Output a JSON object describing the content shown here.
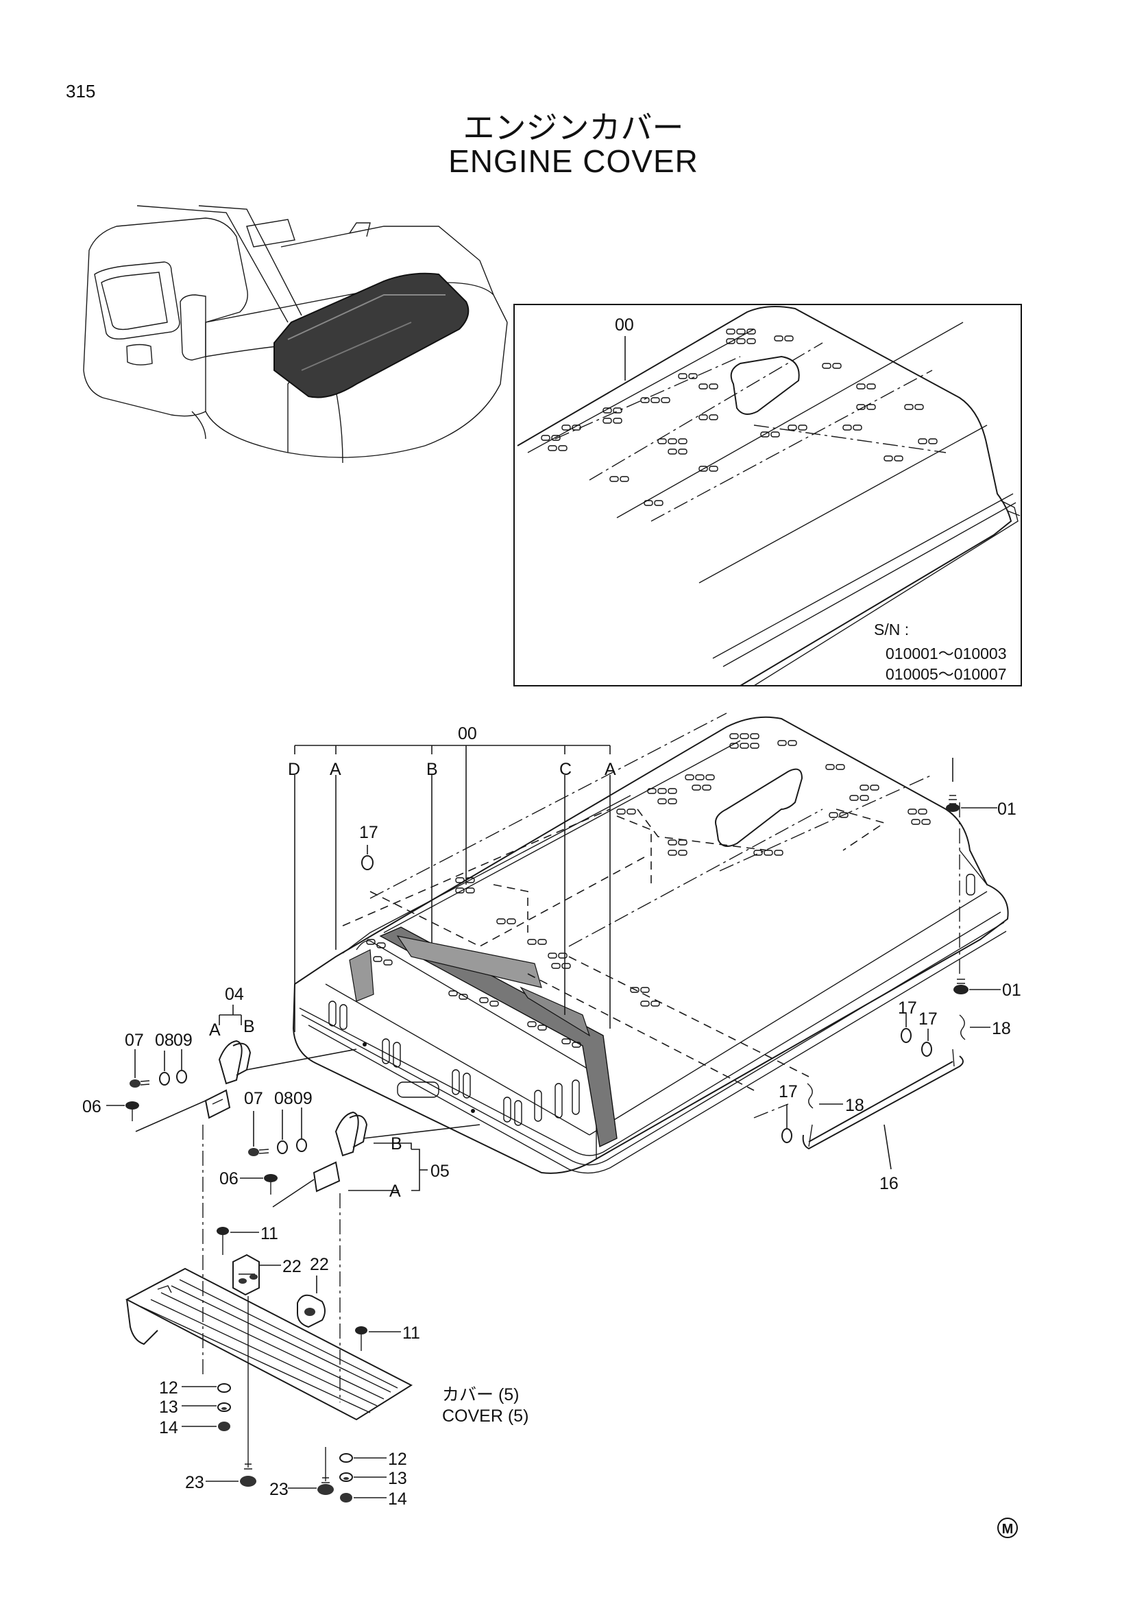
{
  "page_number": "315",
  "title_jp": "エンジンカバー",
  "title_en": "ENGINE  COVER",
  "inset": {
    "part_label": "00",
    "sn_heading": "S/N :",
    "sn_ranges": [
      "010001～010003",
      "010005～010007"
    ]
  },
  "main": {
    "top_label": "00",
    "section_letters": [
      "D",
      "A",
      "B",
      "C",
      "A"
    ],
    "part_callouts": {
      "p01a": "01",
      "p01b": "01",
      "p17a": "17",
      "p17b": "17",
      "p17c": "17",
      "p17d": "17",
      "p18a": "18",
      "p18b": "18",
      "p16": "16",
      "p04": "04",
      "p04A": "A",
      "p04B": "B",
      "p07a": "07",
      "p08a": "08",
      "p09a": "09",
      "p06a": "06",
      "p07b": "07",
      "p08b": "08",
      "p09b": "09",
      "p06b": "06",
      "p05": "05",
      "p05A": "A",
      "p05B": "B",
      "p11a": "11",
      "p11b": "11",
      "p22a": "22",
      "p22b": "22",
      "p12a": "12",
      "p13a": "13",
      "p14a": "14",
      "p23a": "23",
      "p12b": "12",
      "p13b": "13",
      "p14b": "14",
      "p23b": "23"
    }
  },
  "cover_note": {
    "jp": "カバー (5)",
    "en": "COVER (5)"
  },
  "mark": "M"
}
